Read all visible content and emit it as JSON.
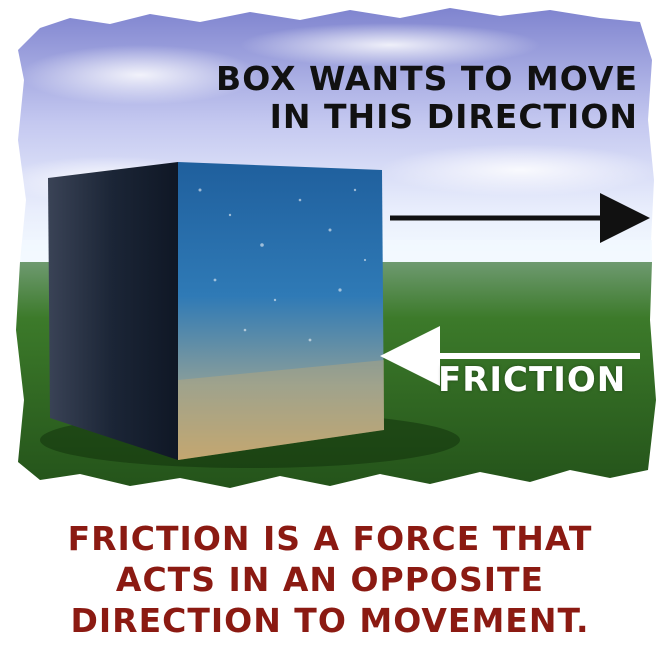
{
  "top_caption": {
    "line1": "BOX WANTS TO MOVE",
    "line2": "IN THIS DIRECTION"
  },
  "friction_label": "FRICTION",
  "bottom_caption": {
    "line1": "FRICTION IS A FORCE THAT",
    "line2": "ACTS IN AN OPPOSITE",
    "line3": "DIRECTION TO MOVEMENT."
  },
  "colors": {
    "sky_top": "#8a8fd6",
    "sky_mid": "#c9cdf2",
    "horizon": "#eef7ff",
    "grass": "#2f6b1e",
    "grass_dark": "#1f4a14",
    "box_front": "#2b6fae",
    "box_side": "#1c2a3d",
    "box_sand": "#b79b6b",
    "caption_red": "#8b1a12",
    "arrow_dark": "#111111",
    "arrow_light": "#ffffff"
  },
  "icons": {
    "movement_arrow": "arrow-right-icon",
    "friction_arrow": "arrow-left-icon"
  }
}
